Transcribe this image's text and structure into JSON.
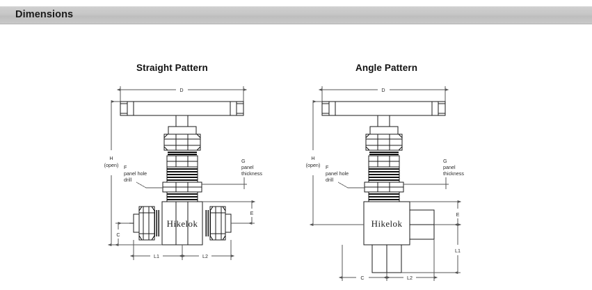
{
  "header": {
    "title": "Dimensions",
    "bar_color": "#c6c6c6"
  },
  "panels": [
    {
      "id": "straight",
      "title": "Straight Pattern",
      "logo": "Hikelok",
      "dimensions": {
        "handle_width": "D",
        "height_open": "H",
        "height_open_note": "(open)",
        "panel_hole": "F",
        "panel_hole_l1": "panel hole",
        "panel_hole_l2": "drill",
        "panel_thickness": "G",
        "panel_thickness_l1": "panel",
        "panel_thickness_l2": "thickness",
        "body_center_height": "E",
        "port_center_height": "C",
        "length_left": "L1",
        "length_right": "L2"
      }
    },
    {
      "id": "angle",
      "title": "Angle Pattern",
      "logo": "Hikelok",
      "dimensions": {
        "handle_width": "D",
        "height_open": "H",
        "height_open_note": "(open)",
        "panel_hole": "F",
        "panel_hole_l1": "panel hole",
        "panel_hole_l2": "drill",
        "panel_thickness": "G",
        "panel_thickness_l1": "panel",
        "panel_thickness_l2": "thickness",
        "body_center_height": "E",
        "outlet_length": "L1",
        "inlet_offset": "C",
        "length_right": "L2"
      }
    }
  ],
  "colors": {
    "line": "#1a1a1a",
    "dimension_line": "#555555",
    "text": "#2a2a2a",
    "background": "#ffffff"
  }
}
